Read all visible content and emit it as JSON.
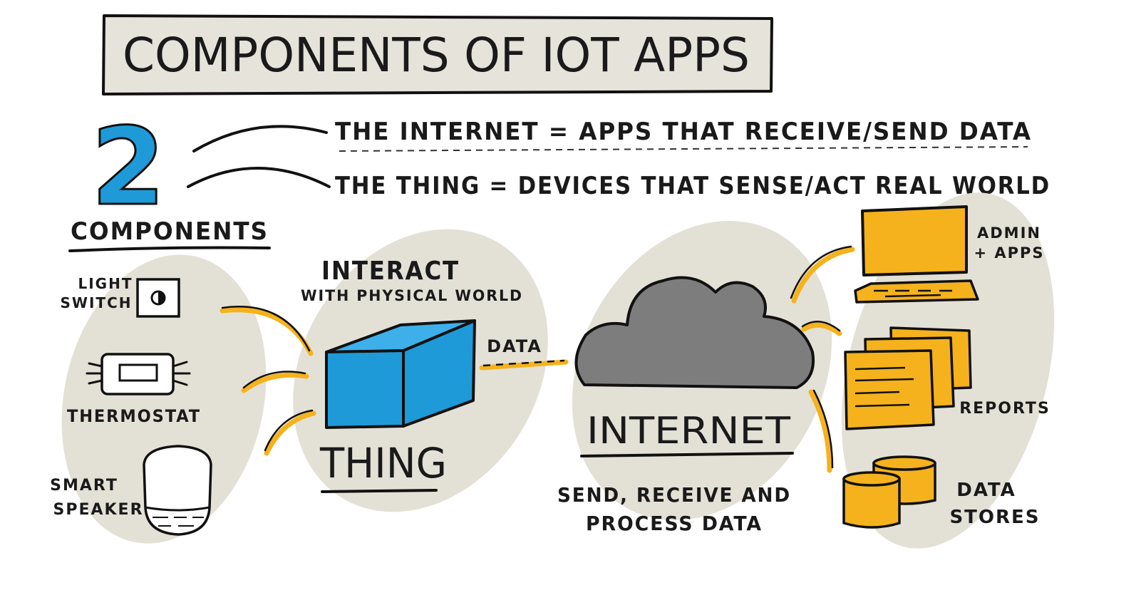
{
  "title": "COMPONENTS OF IOT APPS",
  "components": {
    "number": "2",
    "label": "COMPONENTS",
    "definitions": [
      "THE INTERNET = APPS THAT RECEIVE/SEND DATA",
      "THE THING = DEVICES THAT SENSE/ACT REAL WORLD"
    ]
  },
  "devices": {
    "light_switch_line1": "LIGHT",
    "light_switch_line2": "SWITCH",
    "thermostat": "THERMOSTAT",
    "smart_speaker_line1": "SMART",
    "smart_speaker_line2": "SPEAKER"
  },
  "thing": {
    "heading": "INTERACT",
    "subheading": "WITH PHYSICAL WORLD",
    "label": "THING",
    "data_label": "DATA"
  },
  "internet": {
    "label": "INTERNET",
    "description_line1": "SEND, RECEIVE AND",
    "description_line2": "PROCESS DATA"
  },
  "apps": {
    "admin_line1": "ADMIN",
    "admin_line2": "+ APPS",
    "reports": "REPORTS",
    "data_stores_line1": "DATA",
    "data_stores_line2": "STORES"
  },
  "colors": {
    "blob": "#e3e1d6",
    "accent_blue": "#1e9ad9",
    "accent_yellow": "#f5b21c",
    "cloud_gray": "#7d7d7d",
    "title_box": "#e5e3da",
    "ink": "#111111"
  }
}
